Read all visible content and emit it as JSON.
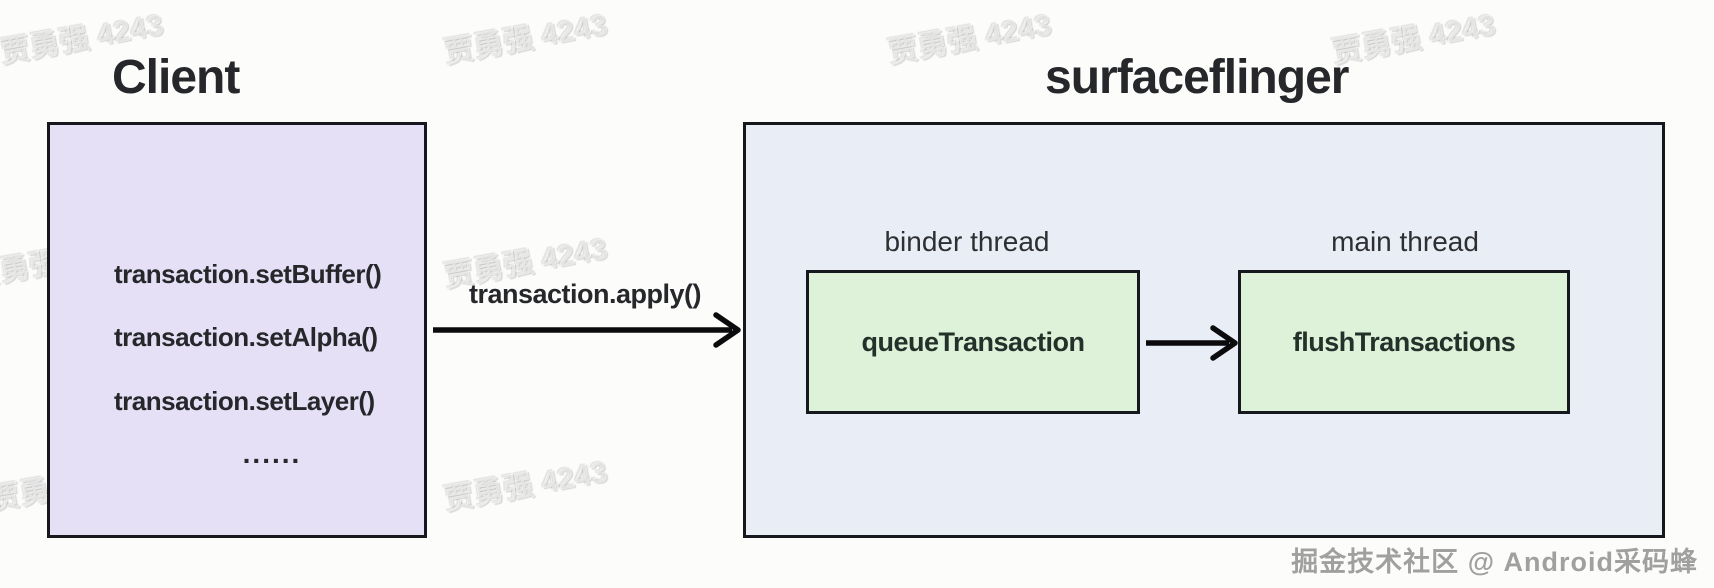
{
  "diagram": {
    "client": {
      "title": "Client",
      "methods": [
        "transaction.setBuffer()",
        "transaction.setAlpha()",
        "transaction.setLayer()",
        "......"
      ]
    },
    "apply_label": "transaction.apply()",
    "surfaceflinger": {
      "title": "surfaceflinger",
      "binder_thread_label": "binder thread",
      "main_thread_label": "main thread",
      "queue_box_label": "queueTransaction",
      "flush_box_label": "flushTransactions"
    }
  },
  "watermark_text": "贾勇强 4243",
  "credit_text": "掘金技术社区 @ Android采码蜂",
  "colors": {
    "background": "#fcfcfa",
    "client_box_fill": "#e5e0f6",
    "surfaceflinger_box_fill": "#e9edf5",
    "thread_box_fill": "#def1d9",
    "box_border": "#17181d",
    "arrow": "#0b0b0d",
    "text": "#26272b",
    "credit_text_color": "#a0a09e"
  }
}
